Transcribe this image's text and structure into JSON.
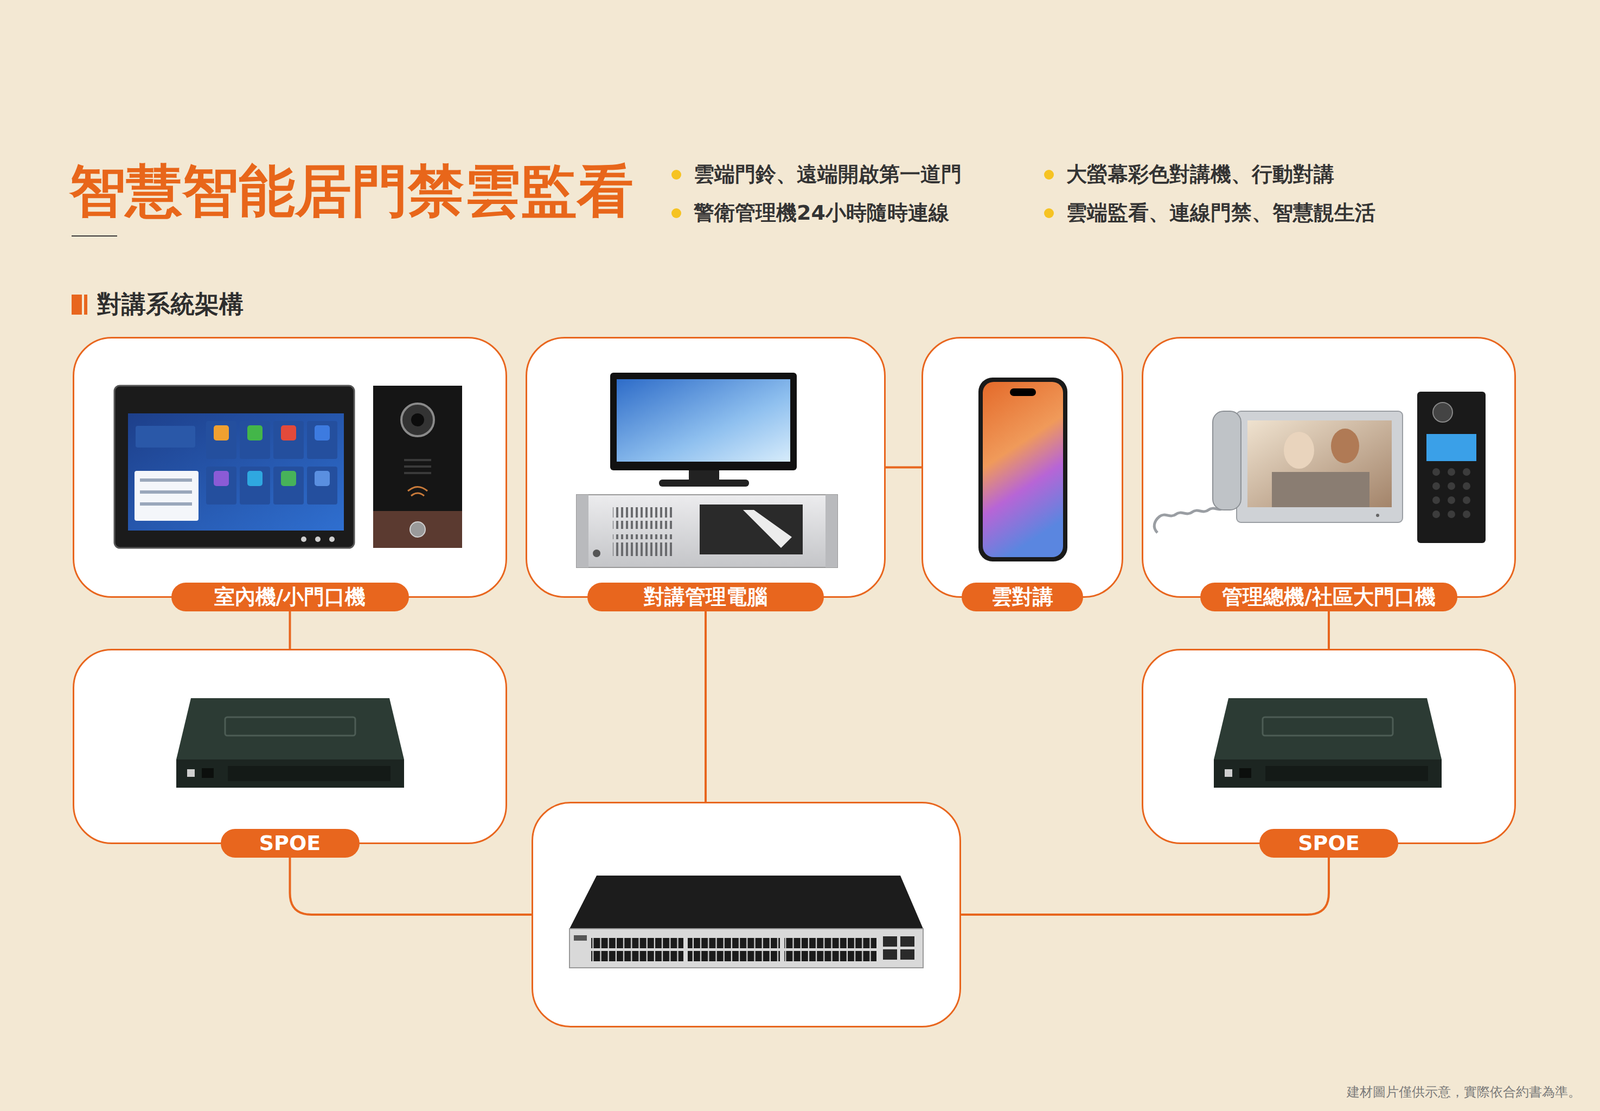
{
  "diagram": {
    "title": "智慧智能居門禁雲監看",
    "nodes": [
      {
        "text": [
          "室內機/小門口機"
        ]
      },
      {
        "text": [
          "對講管理電腦"
        ]
      },
      {
        "text": [
          "雲對講"
        ]
      },
      {
        "text": [
          "管理總機/社區大門口機"
        ]
      },
      {
        "text": [
          "SPOE"
        ]
      },
      {
        "text": [
          "SPOE"
        ]
      },
      {
        "text": []
      }
    ],
    "edges": [
      {
        "from": 0,
        "to": 4,
        "arrow": "none"
      },
      {
        "from": 4,
        "to": 6,
        "arrow": "none"
      },
      {
        "from": 1,
        "to": 6,
        "arrow": "none"
      },
      {
        "from": 6,
        "to": 5,
        "arrow": "none"
      },
      {
        "from": 5,
        "to": 3,
        "arrow": "none"
      },
      {
        "from": 1,
        "to": 2,
        "arrow": "none"
      }
    ],
    "labels": [
      "雲端門鈴、遠端開啟第一道門",
      "大螢幕彩色對講機、行動對講",
      "警衛管理機24小時隨時連線",
      "雲端監看、連線門禁、智慧靚生活",
      "對講系統架構",
      "建材圖片僅供示意，實際依合約書為準。"
    ]
  }
}
